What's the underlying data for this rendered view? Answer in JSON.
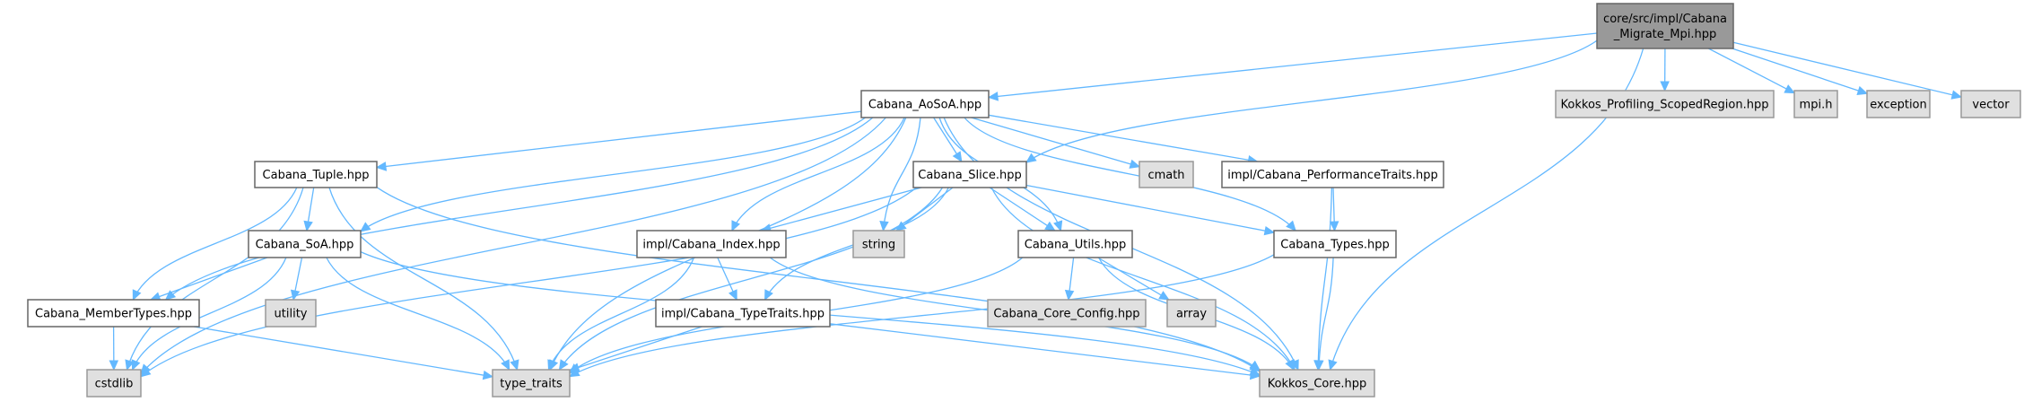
{
  "title": "Include dependency graph for core/src/impl/Cabana_Migrate_Mpi.hpp",
  "colors": {
    "edge": "#63b8ff",
    "root_fill": "#999999",
    "local_fill": "#ffffff",
    "system_fill": "#e0e0e0"
  },
  "nodes": [
    {
      "id": "root",
      "label": "core/src/impl/Cabana\n_Migrate_Mpi.hpp",
      "kind": "root"
    },
    {
      "id": "aosoa",
      "label": "Cabana_AoSoA.hpp",
      "kind": "local"
    },
    {
      "id": "profiling",
      "label": "Kokkos_Profiling_ScopedRegion.hpp",
      "kind": "system"
    },
    {
      "id": "mpi",
      "label": "mpi.h",
      "kind": "system"
    },
    {
      "id": "exception",
      "label": "exception",
      "kind": "system"
    },
    {
      "id": "vector",
      "label": "vector",
      "kind": "system"
    },
    {
      "id": "tuple",
      "label": "Cabana_Tuple.hpp",
      "kind": "local"
    },
    {
      "id": "slice",
      "label": "Cabana_Slice.hpp",
      "kind": "local"
    },
    {
      "id": "cmath",
      "label": "cmath",
      "kind": "system"
    },
    {
      "id": "perftraits",
      "label": "impl/Cabana_PerformanceTraits.hpp",
      "kind": "local"
    },
    {
      "id": "soa",
      "label": "Cabana_SoA.hpp",
      "kind": "local"
    },
    {
      "id": "index",
      "label": "impl/Cabana_Index.hpp",
      "kind": "local"
    },
    {
      "id": "string",
      "label": "string",
      "kind": "system"
    },
    {
      "id": "utils",
      "label": "Cabana_Utils.hpp",
      "kind": "local"
    },
    {
      "id": "types",
      "label": "Cabana_Types.hpp",
      "kind": "local"
    },
    {
      "id": "membertypes",
      "label": "Cabana_MemberTypes.hpp",
      "kind": "local"
    },
    {
      "id": "utility",
      "label": "utility",
      "kind": "system"
    },
    {
      "id": "typetraits_impl",
      "label": "impl/Cabana_TypeTraits.hpp",
      "kind": "local"
    },
    {
      "id": "coreconfig",
      "label": "Cabana_Core_Config.hpp",
      "kind": "system"
    },
    {
      "id": "array",
      "label": "array",
      "kind": "system"
    },
    {
      "id": "cstdlib",
      "label": "cstdlib",
      "kind": "system"
    },
    {
      "id": "type_traits",
      "label": "type_traits",
      "kind": "system"
    },
    {
      "id": "kokkoscore",
      "label": "Kokkos_Core.hpp",
      "kind": "system"
    }
  ],
  "edges": [
    [
      "root",
      "aosoa"
    ],
    [
      "root",
      "slice"
    ],
    [
      "root",
      "kokkoscore"
    ],
    [
      "root",
      "profiling"
    ],
    [
      "root",
      "mpi"
    ],
    [
      "root",
      "exception"
    ],
    [
      "root",
      "vector"
    ],
    [
      "aosoa",
      "tuple"
    ],
    [
      "aosoa",
      "slice"
    ],
    [
      "aosoa",
      "cmath"
    ],
    [
      "aosoa",
      "perftraits"
    ],
    [
      "aosoa",
      "soa"
    ],
    [
      "aosoa",
      "index"
    ],
    [
      "aosoa",
      "string"
    ],
    [
      "aosoa",
      "utils"
    ],
    [
      "aosoa",
      "types"
    ],
    [
      "aosoa",
      "membertypes"
    ],
    [
      "aosoa",
      "cstdlib"
    ],
    [
      "aosoa",
      "type_traits"
    ],
    [
      "aosoa",
      "kokkoscore"
    ],
    [
      "tuple",
      "soa"
    ],
    [
      "tuple",
      "membertypes"
    ],
    [
      "tuple",
      "cstdlib"
    ],
    [
      "tuple",
      "type_traits"
    ],
    [
      "tuple",
      "kokkoscore"
    ],
    [
      "slice",
      "index"
    ],
    [
      "slice",
      "string"
    ],
    [
      "slice",
      "utils"
    ],
    [
      "slice",
      "types"
    ],
    [
      "slice",
      "typetraits_impl"
    ],
    [
      "slice",
      "cstdlib"
    ],
    [
      "slice",
      "type_traits"
    ],
    [
      "slice",
      "kokkoscore"
    ],
    [
      "perftraits",
      "types"
    ],
    [
      "perftraits",
      "kokkoscore"
    ],
    [
      "soa",
      "membertypes"
    ],
    [
      "soa",
      "utility"
    ],
    [
      "soa",
      "cstdlib"
    ],
    [
      "soa",
      "type_traits"
    ],
    [
      "soa",
      "kokkoscore"
    ],
    [
      "index",
      "typetraits_impl"
    ],
    [
      "index",
      "type_traits"
    ],
    [
      "index",
      "kokkoscore"
    ],
    [
      "utils",
      "coreconfig"
    ],
    [
      "utils",
      "array"
    ],
    [
      "utils",
      "type_traits"
    ],
    [
      "utils",
      "kokkoscore"
    ],
    [
      "types",
      "type_traits"
    ],
    [
      "types",
      "kokkoscore"
    ],
    [
      "membertypes",
      "cstdlib"
    ],
    [
      "membertypes",
      "type_traits"
    ],
    [
      "typetraits_impl",
      "type_traits"
    ],
    [
      "typetraits_impl",
      "kokkoscore"
    ]
  ]
}
